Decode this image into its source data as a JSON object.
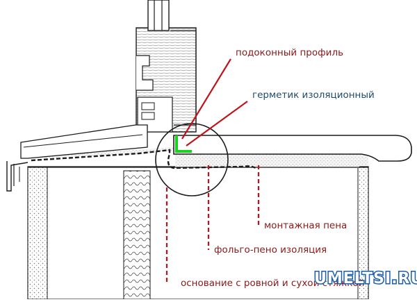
{
  "labels": {
    "sill_profile": "подоконный профиль",
    "sealant": "герметик изоляционный",
    "foam": "монтажная пена",
    "foil_insulation": "фольго-пено изоляция",
    "base": "основание с ровной и сухой стяжкой"
  },
  "watermark": "UMELTSI.RU",
  "colors": {
    "leader_red": "#c0121a",
    "label_red": "#8a1a1a",
    "label_blue": "#1e4a6e",
    "sealant_green": "#18d41e",
    "watermark_blue": "#1a5da8",
    "line": "#1a1a1a"
  }
}
